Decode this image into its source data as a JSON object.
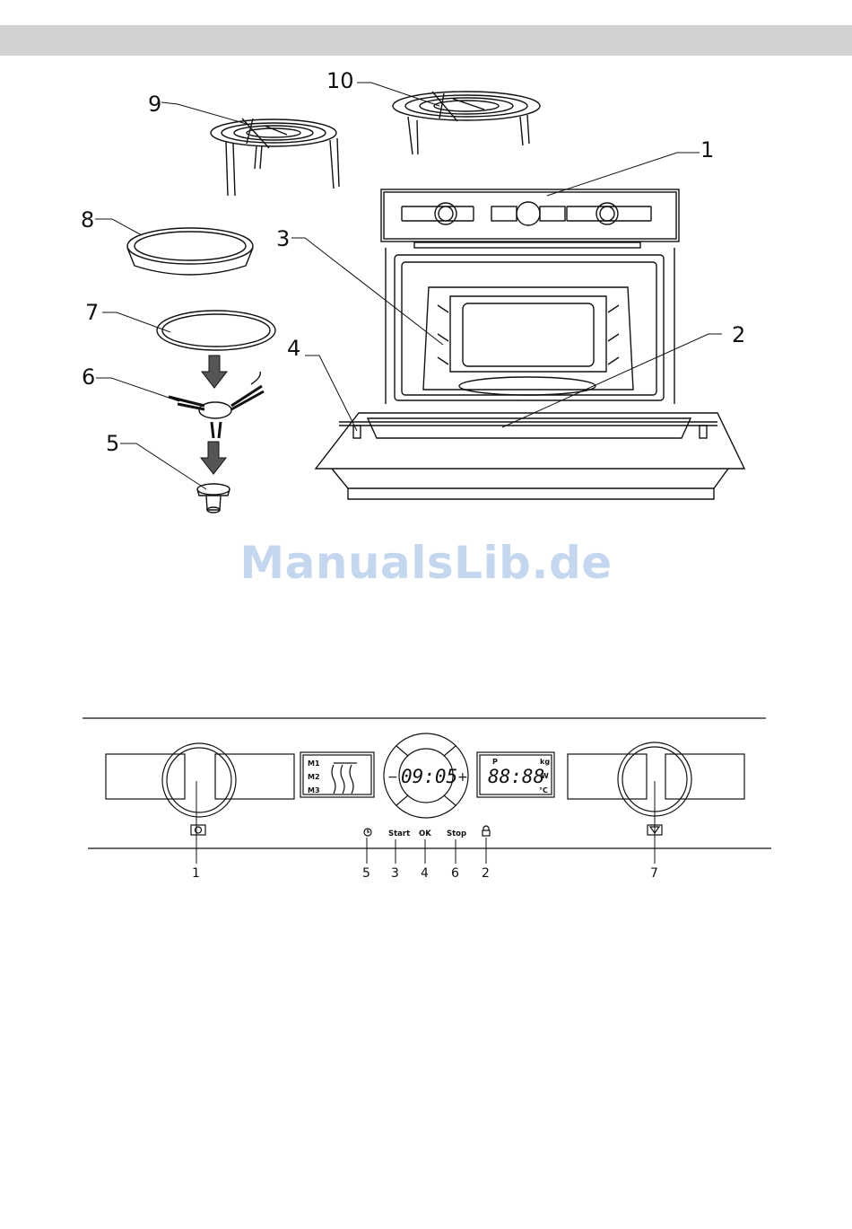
{
  "watermark": "ManualsLib.de",
  "oven_callouts": [
    "1",
    "2",
    "3",
    "4",
    "5",
    "6",
    "7",
    "8",
    "9",
    "10"
  ],
  "panel": {
    "callouts": [
      "1",
      "5",
      "3",
      "4",
      "6",
      "2",
      "7"
    ],
    "left_modes": [
      "M1",
      "M2",
      "M3"
    ],
    "clock_display": "09:05",
    "minus": "−",
    "plus": "+",
    "right_display_digits": "88:88",
    "right_display_top": "P",
    "right_display_units": [
      "kg",
      "W",
      "°C"
    ],
    "buttons": {
      "start": "Start",
      "ok": "OK",
      "stop": "Stop"
    }
  }
}
